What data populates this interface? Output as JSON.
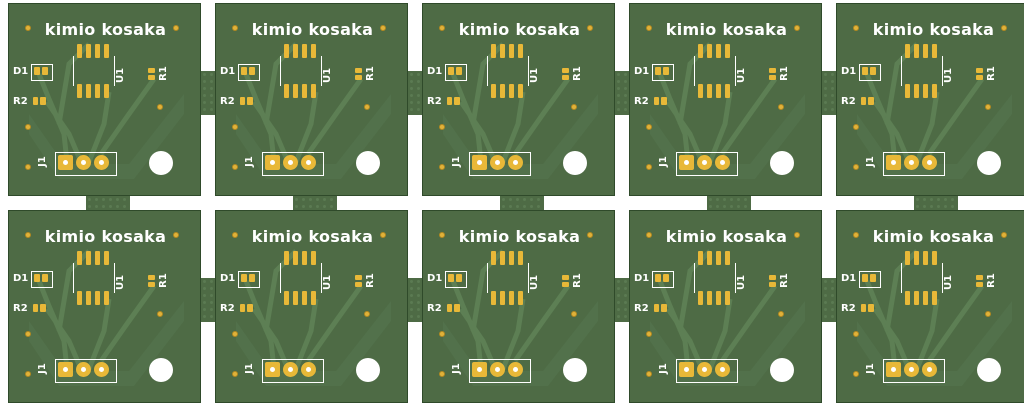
{
  "panel": {
    "board_text": "kimio kosaka",
    "labels": {
      "d1": "D1",
      "r2": "R2",
      "u1": "U1",
      "r1": "R1",
      "j1": "J1"
    },
    "colors": {
      "soldermask": "#4e6b45",
      "copper_pad": "#e8b838",
      "silkscreen": "#ffffff",
      "background": "#ffffff"
    },
    "rows": 2,
    "columns": 5
  }
}
